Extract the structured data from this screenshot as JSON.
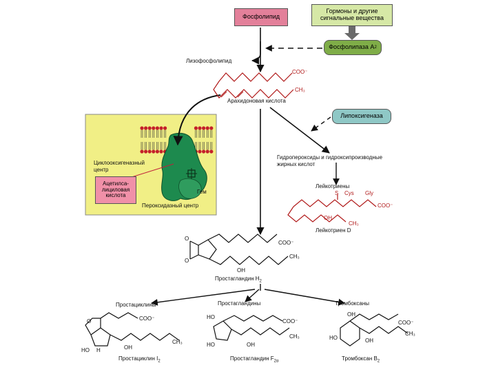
{
  "boxes": {
    "phospholipid": "Фосфолипид",
    "hormones_line1": "Гормоны и другие",
    "hormones_line2": "сигнальные вещества",
    "phospholipase": "Фосфолипаза A",
    "phospholipase_sub": "2",
    "lipoxygenase": "Липоксигеназа",
    "acetyl_line1": "Ацетилса-",
    "acetyl_line2": "лициловая",
    "acetyl_line3": "кислота"
  },
  "labels": {
    "lysophospholipid": "Лизофосфолипид",
    "arachidonic": "Арахидоновая кислота",
    "cyclo_line1": "Циклооксигеназный",
    "cyclo_line2": "центр",
    "heme": "Гем",
    "peroxidase": "Пероксидазный центр",
    "hydro_line1": "Гидропероксиды и гидроксипроизводные",
    "hydro_line2": "жирных кислот",
    "leukotrienes": "Лейкотриены",
    "leukotriene_d": "Лейкотриен D",
    "prostaglandin_h": "Простагландин H",
    "prostaglandin_h_sub": "2",
    "prostacyclins": "Простациклины",
    "prostaglandins": "Простагландины",
    "thromboxanes": "Тромбоксаны",
    "prostacyclin_i": "Простациклин I",
    "prostacyclin_i_sub": "2",
    "prostaglandin_f": "Простагландин F",
    "prostaglandin_f_sub": "2α",
    "thromboxane_b": "Тромбоксан B",
    "thromboxane_b_sub": "2"
  },
  "chem": {
    "coo": "COO⁻",
    "ch3": "CH₃",
    "oh": "OH",
    "ho": "HO",
    "h": "H",
    "o": "O",
    "s": "S",
    "cys": "Cys",
    "gly": "Gly"
  },
  "colors": {
    "phospholipid_box": "#e3809a",
    "hormones_box": "#d6e8a6",
    "phospholipase_box": "#7fad48",
    "lipoxygenase_box": "#8fc8c6",
    "membrane_panel": "#f1ef86",
    "acetyl_box": "#f090a8",
    "enzyme": "#1d8a4e",
    "chem": "#b01818",
    "lipid_head": "#c4202a"
  }
}
